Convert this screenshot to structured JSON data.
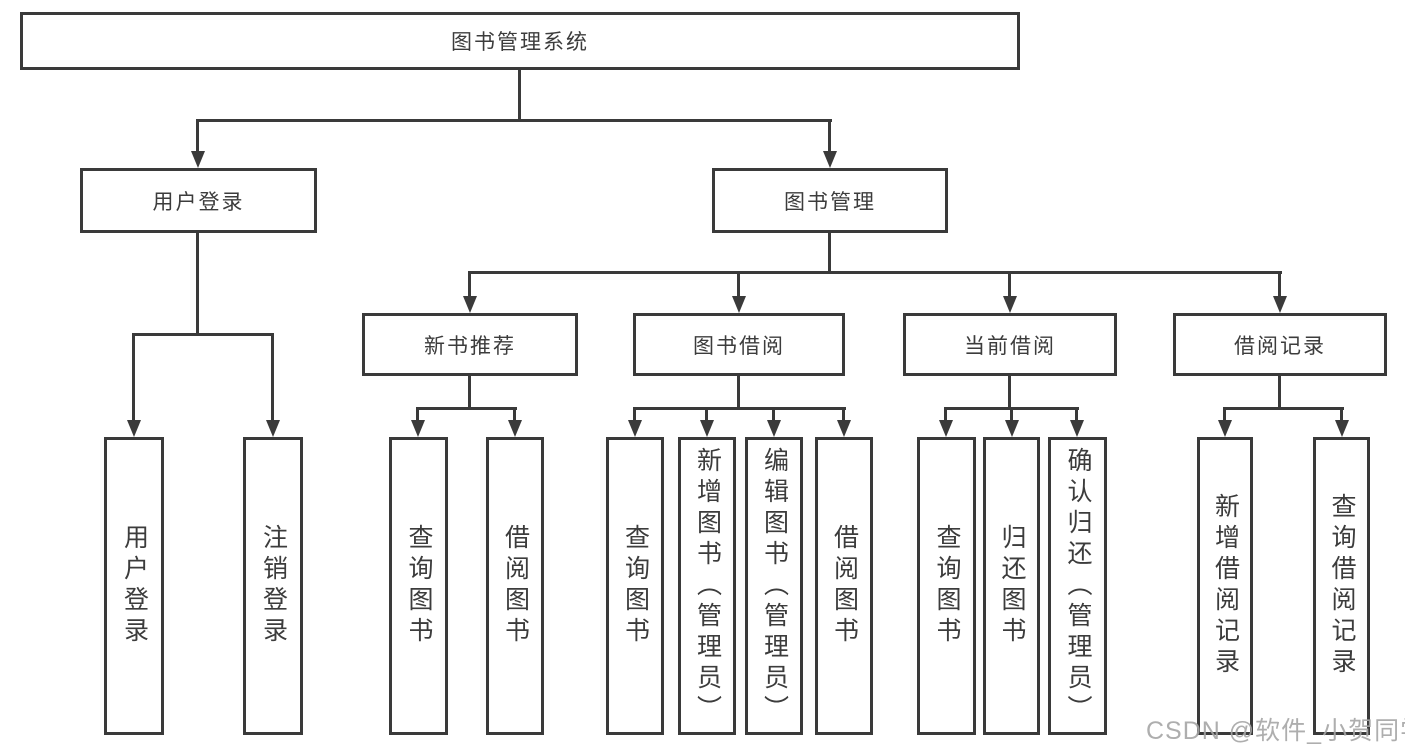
{
  "diagram_title": "图书管理系统",
  "watermark": "CSDN @软件_小贺同学",
  "colors": {
    "line": "#3a3a3a",
    "text": "#3c3c3c",
    "watermark": "#a6a6a6",
    "background": "#ffffff"
  },
  "tree": {
    "root": {
      "label": "图书管理系统"
    },
    "branches": [
      {
        "label": "用户登录",
        "children": [
          {
            "label": "用户登录"
          },
          {
            "label": "注销登录"
          }
        ]
      },
      {
        "label": "图书管理",
        "children": [
          {
            "label": "新书推荐",
            "children": [
              {
                "label": "查询图书"
              },
              {
                "label": "借阅图书"
              }
            ]
          },
          {
            "label": "图书借阅",
            "children": [
              {
                "label": "查询图书"
              },
              {
                "label": "新增图书（管理员）"
              },
              {
                "label": "编辑图书（管理员）"
              },
              {
                "label": "借阅图书"
              }
            ]
          },
          {
            "label": "当前借阅",
            "children": [
              {
                "label": "查询图书"
              },
              {
                "label": "归还图书"
              },
              {
                "label": "确认归还（管理员）"
              }
            ]
          },
          {
            "label": "借阅记录",
            "children": [
              {
                "label": "新增借阅记录"
              },
              {
                "label": "查询借阅记录"
              }
            ]
          }
        ]
      }
    ]
  }
}
